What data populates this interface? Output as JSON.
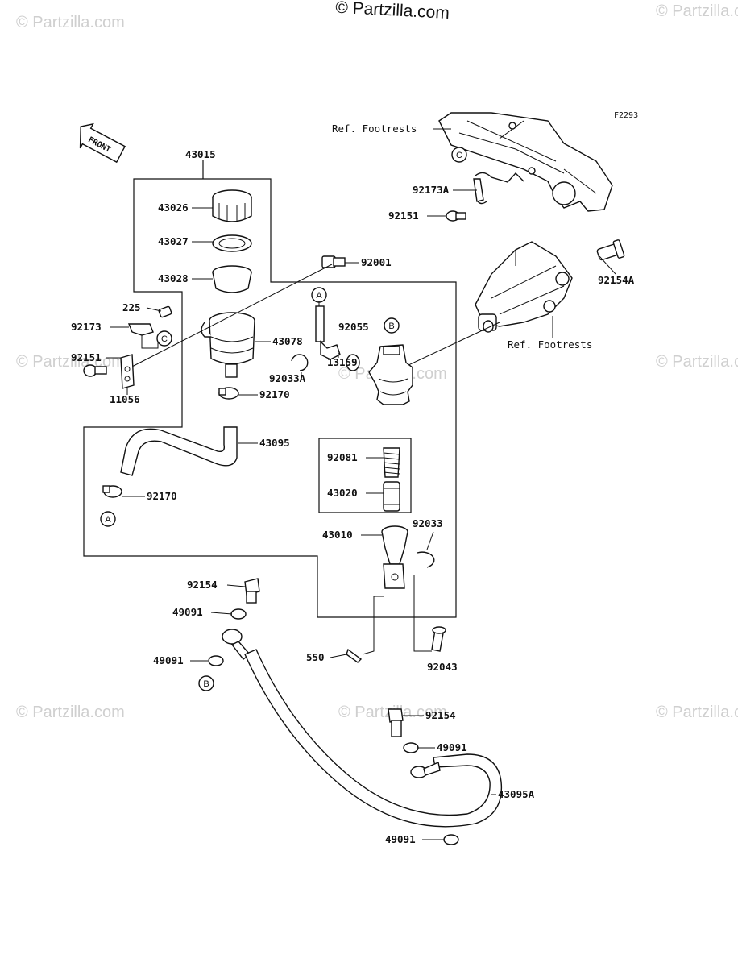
{
  "watermarks": {
    "top": "© Partzilla.com",
    "repeat": "© Partzilla.com"
  },
  "figure_code": "F2293",
  "front_label": "FRONT",
  "labels": {
    "p43015": "43015",
    "p43026": "43026",
    "p43027": "43027",
    "p43028": "43028",
    "p92001": "92001",
    "p225": "225",
    "p92173": "92173",
    "p92151": "92151",
    "p11056": "11056",
    "p43078": "43078",
    "p92170a": "92170",
    "p43095": "43095",
    "p92170b": "92170",
    "p92055": "92055",
    "p13159": "13159",
    "p92033A": "92033A",
    "p92081": "92081",
    "p43020": "43020",
    "p43010": "43010",
    "p92033": "92033",
    "p92154a": "92154",
    "p49091a": "49091",
    "p49091b": "49091",
    "p550": "550",
    "p92043": "92043",
    "p92154b": "92154",
    "p49091c": "49091",
    "p43095A": "43095A",
    "p49091d": "49091",
    "p92173A": "92173A",
    "p92151b": "92151",
    "p92154A": "92154A",
    "ref_footrests_top": "Ref. Footrests",
    "ref_footrests_mid": "Ref. Footrests"
  },
  "callouts": {
    "A": "A",
    "B": "B",
    "C": "C"
  }
}
